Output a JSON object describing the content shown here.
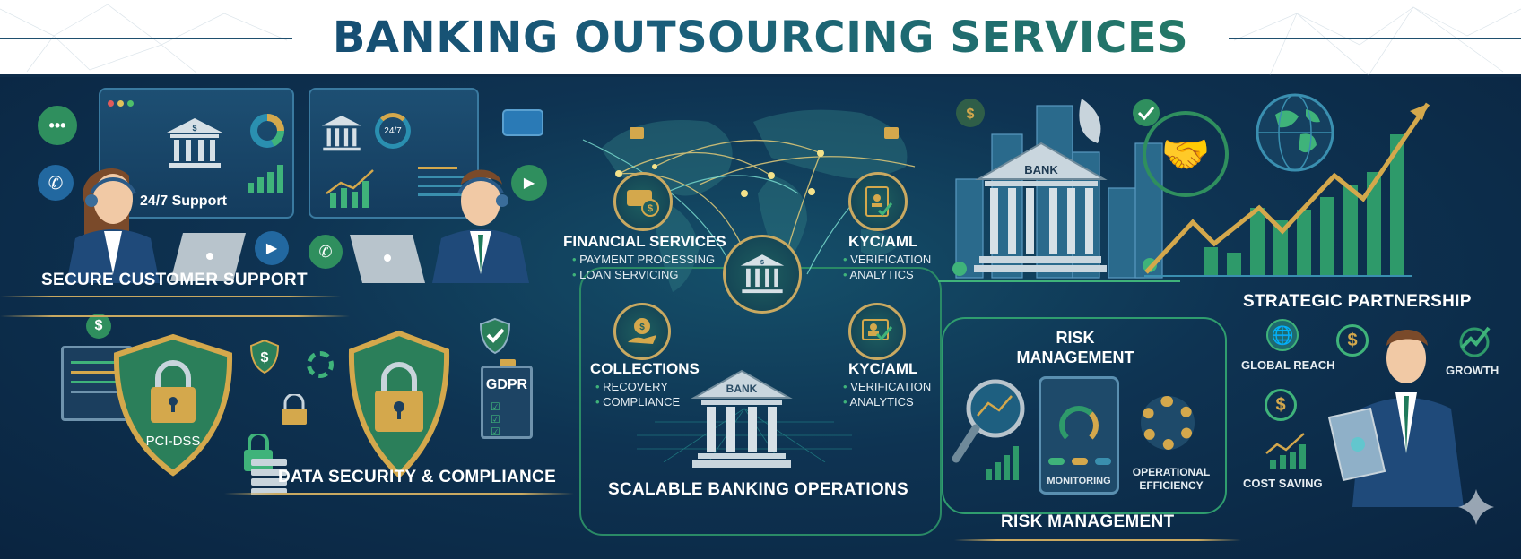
{
  "header": {
    "title": "BANKING OUTSOURCING SERVICES"
  },
  "colors": {
    "navy": "#0e2d4a",
    "title_start": "#123f6b",
    "title_end": "#2b8a5a",
    "gold": "#c9a961",
    "green": "#2f9d6e",
    "teal": "#1e5f60"
  },
  "sections": {
    "customer_support": {
      "label": "SECURE CUSTOMER SUPPORT",
      "screen_text": "24/7 Support",
      "dial_text": "24/7",
      "icons": [
        "chat-bubble-icon",
        "phone-icon",
        "video-call-icon",
        "credit-card-icon",
        "bank-icon",
        "donut-chart-icon",
        "bar-chart-icon",
        "headset-agent-icon",
        "laptop-icon"
      ]
    },
    "data_security": {
      "label": "DATA SECURITY & COMPLIANCE",
      "shield_left_text": "PCI-DSS",
      "clipboard_text": "GDPR",
      "icons": [
        "shield-lock-icon",
        "dollar-icon",
        "gear-icon",
        "padlock-icon",
        "server-icon",
        "checklist-icon",
        "monitor-icon"
      ]
    },
    "scalable_operations": {
      "label": "SCALABLE BANKING OPERATIONS",
      "bank_text": "BANK",
      "services": [
        {
          "title": "FINANCIAL SERVICES",
          "items": [
            "PAYMENT PROCESSING",
            "LOAN SERVICING"
          ]
        },
        {
          "title": "KYC/AML",
          "items": [
            "VERIFICATION",
            "ANALYTICS"
          ]
        },
        {
          "title": "COLLECTIONS",
          "items": [
            "RECOVERY",
            "COMPLIANCE"
          ]
        },
        {
          "title": "KYC/AML",
          "items": [
            "VERIFICATION",
            "ANALYTICS"
          ]
        }
      ]
    },
    "strategic_partnership": {
      "label": "STRATEGIC PARTNERSHIP",
      "bank_text": "BANK",
      "icons": [
        "handshake-icon",
        "globe-icon",
        "growth-arrow-icon",
        "satellite-dish-icon",
        "dollar-icon",
        "check-icon"
      ]
    },
    "risk_management": {
      "label": "RISK MANAGEMENT",
      "heading_line1": "RISK",
      "heading_line2": "MANAGEMENT",
      "monitoring": "MONITORING",
      "operational_line1": "OPERATIONAL",
      "operational_line2": "EFFICIENCY"
    },
    "benefits": {
      "global_reach": "GLOBAL REACH",
      "growth": "GROWTH",
      "cost_saving": "COST SAVING"
    }
  }
}
